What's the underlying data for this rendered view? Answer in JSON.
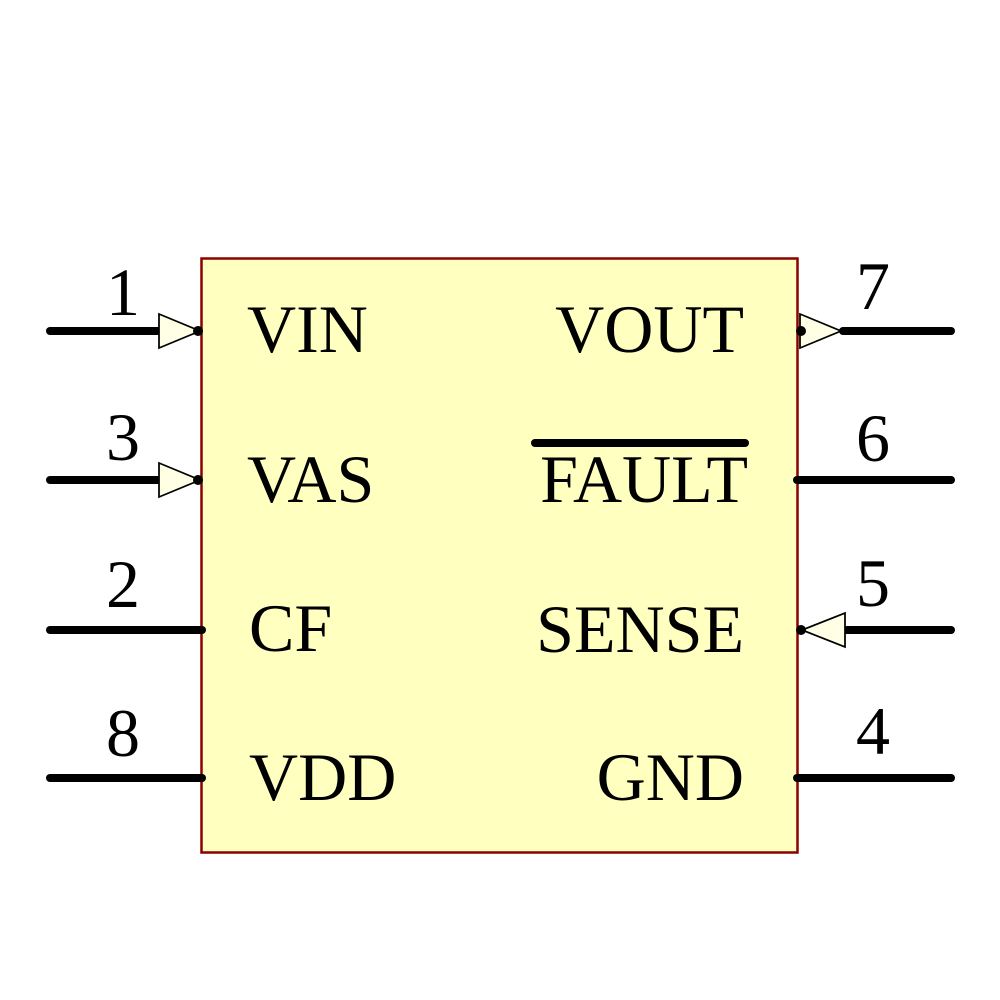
{
  "colors": {
    "background": "#FFFFFF",
    "body_fill": "#FFFFC0",
    "body_border": "#8B0000",
    "wire": "#000000",
    "arrow_fill": "#FFFFE6",
    "arrow_stroke": "#000000",
    "text": "#000000"
  },
  "component": {
    "kind": "ic-schematic-symbol",
    "pins_left": [
      {
        "number": "1",
        "label": "VIN",
        "type": "input-arrow",
        "active_low": false
      },
      {
        "number": "3",
        "label": "VAS",
        "type": "input-arrow",
        "active_low": false
      },
      {
        "number": "2",
        "label": "CF",
        "type": "plain",
        "active_low": false
      },
      {
        "number": "8",
        "label": "VDD",
        "type": "plain",
        "active_low": false
      }
    ],
    "pins_right": [
      {
        "number": "7",
        "label": "VOUT",
        "type": "output-arrow",
        "active_low": false
      },
      {
        "number": "6",
        "label": "FAULT",
        "type": "plain",
        "active_low": true
      },
      {
        "number": "5",
        "label": "SENSE",
        "type": "input-arrow",
        "active_low": false
      },
      {
        "number": "4",
        "label": "GND",
        "type": "plain",
        "active_low": false
      }
    ]
  }
}
